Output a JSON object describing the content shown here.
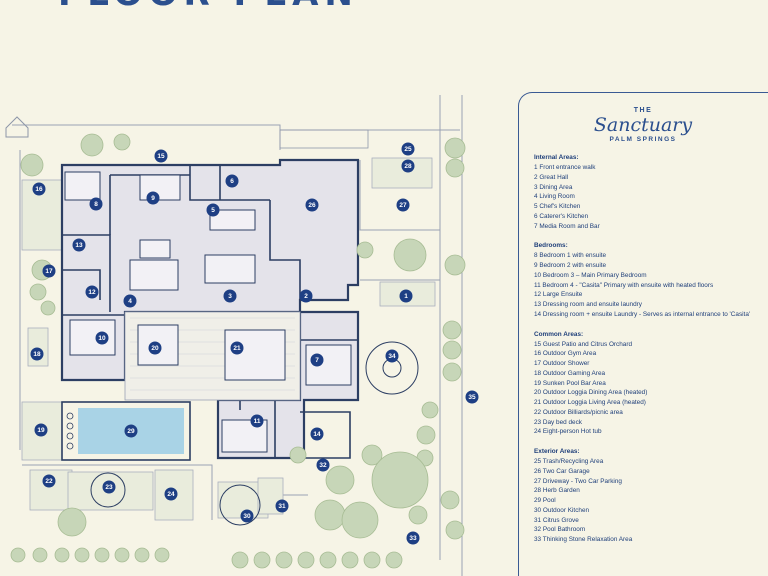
{
  "header": {
    "title": "FLOOR PLAN"
  },
  "brand": {
    "the": "THE",
    "name": "Sanctuary",
    "sub": "PALM SPRINGS"
  },
  "sections": [
    {
      "title": "Internal Areas:",
      "items": [
        "1 Front entrance walk",
        "2 Great Hall",
        "3 Dining Area",
        "4 Living Room",
        "5 Chef's Kitchen",
        "6 Caterer's Kitchen",
        "7 Media Room and Bar"
      ]
    },
    {
      "title": "Bedrooms:",
      "items": [
        "8 Bedroom 1 with ensuite",
        "9 Bedroom 2 with ensuite",
        "10 Bedroom 3 – Main Primary Bedroom",
        "11 Bedroom 4 - \"Casita\" Primary with ensuite with heated floors",
        "12 Large Ensuite",
        "13 Dressing room and ensuite laundry",
        "14 Dressing room + ensuite Laundry - Serves as internal entrance to 'Casita'"
      ]
    },
    {
      "title": "Common Areas:",
      "items": [
        "15 Guest Patio and Citrus Orchard",
        "16 Outdoor Gym Area",
        "17 Outdoor Shower",
        "18 Outdoor Gaming Area",
        "19 Sunken Pool Bar Area",
        "20 Outdoor Loggia Dining Area (heated)",
        "21 Outdoor Loggia Living Area (heated)",
        "22 Outdoor Billiards/picnic area",
        "23 Day bed deck",
        "24 Eight-person Hot tub"
      ]
    },
    {
      "title": "Exterior Areas:",
      "items": [
        "25 Trash/Recycling Area",
        "26 Two Car Garage",
        "27 Driveway - Two Car Parking",
        "28 Herb Garden",
        "29 Pool",
        "30 Outdoor Kitchen",
        "31 Citrus Grove",
        "32 Pool Bathroom",
        "33 Thinking Stone Relaxation Area"
      ]
    }
  ],
  "markers": [
    "1",
    "2",
    "3",
    "4",
    "5",
    "6",
    "7",
    "8",
    "9",
    "10",
    "11",
    "12",
    "13",
    "14",
    "15",
    "16",
    "17",
    "18",
    "19",
    "20",
    "21",
    "22",
    "23",
    "24",
    "25",
    "26",
    "27",
    "28",
    "29",
    "30",
    "31",
    "32",
    "33",
    "34",
    "35"
  ]
}
